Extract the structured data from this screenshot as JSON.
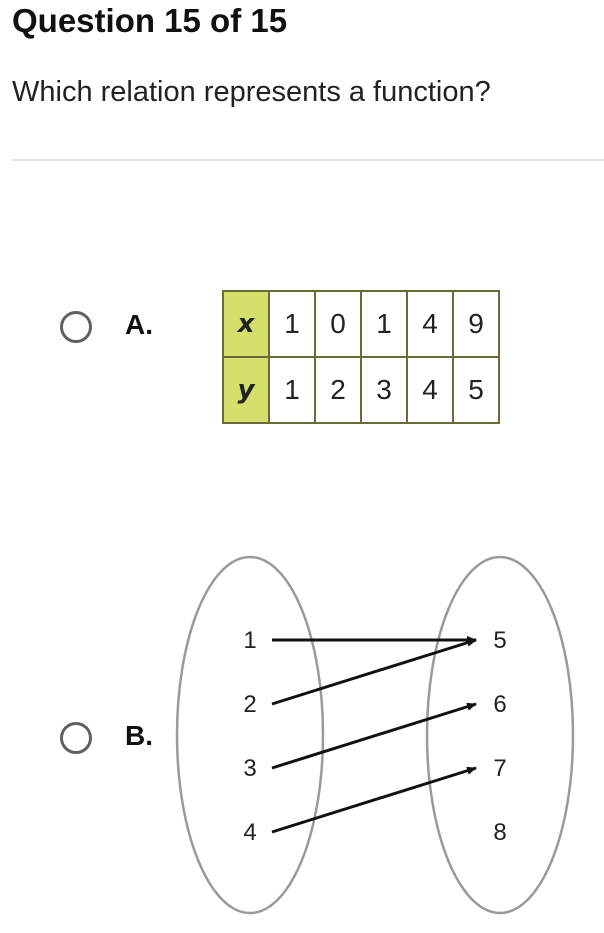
{
  "question": {
    "title": "Question 15 of 15",
    "prompt": "Which relation represents a function?"
  },
  "options": [
    {
      "letter": "A.",
      "table": {
        "x_header": "x",
        "y_header": "y",
        "x_values": [
          "1",
          "0",
          "1",
          "4",
          "9"
        ],
        "y_values": [
          "1",
          "2",
          "3",
          "4",
          "5"
        ]
      }
    },
    {
      "letter": "B.",
      "mapping": {
        "domain": [
          "1",
          "2",
          "3",
          "4"
        ],
        "range": [
          "5",
          "6",
          "7",
          "8"
        ],
        "arrows": [
          {
            "from": "1",
            "to": "5"
          },
          {
            "from": "2",
            "to": "5"
          },
          {
            "from": "3",
            "to": "6"
          },
          {
            "from": "4",
            "to": "7"
          }
        ]
      }
    }
  ],
  "colors": {
    "table_header_bg": "#d4e06b",
    "table_border": "#6b6b3a",
    "radio_border": "#5f5f5f"
  }
}
